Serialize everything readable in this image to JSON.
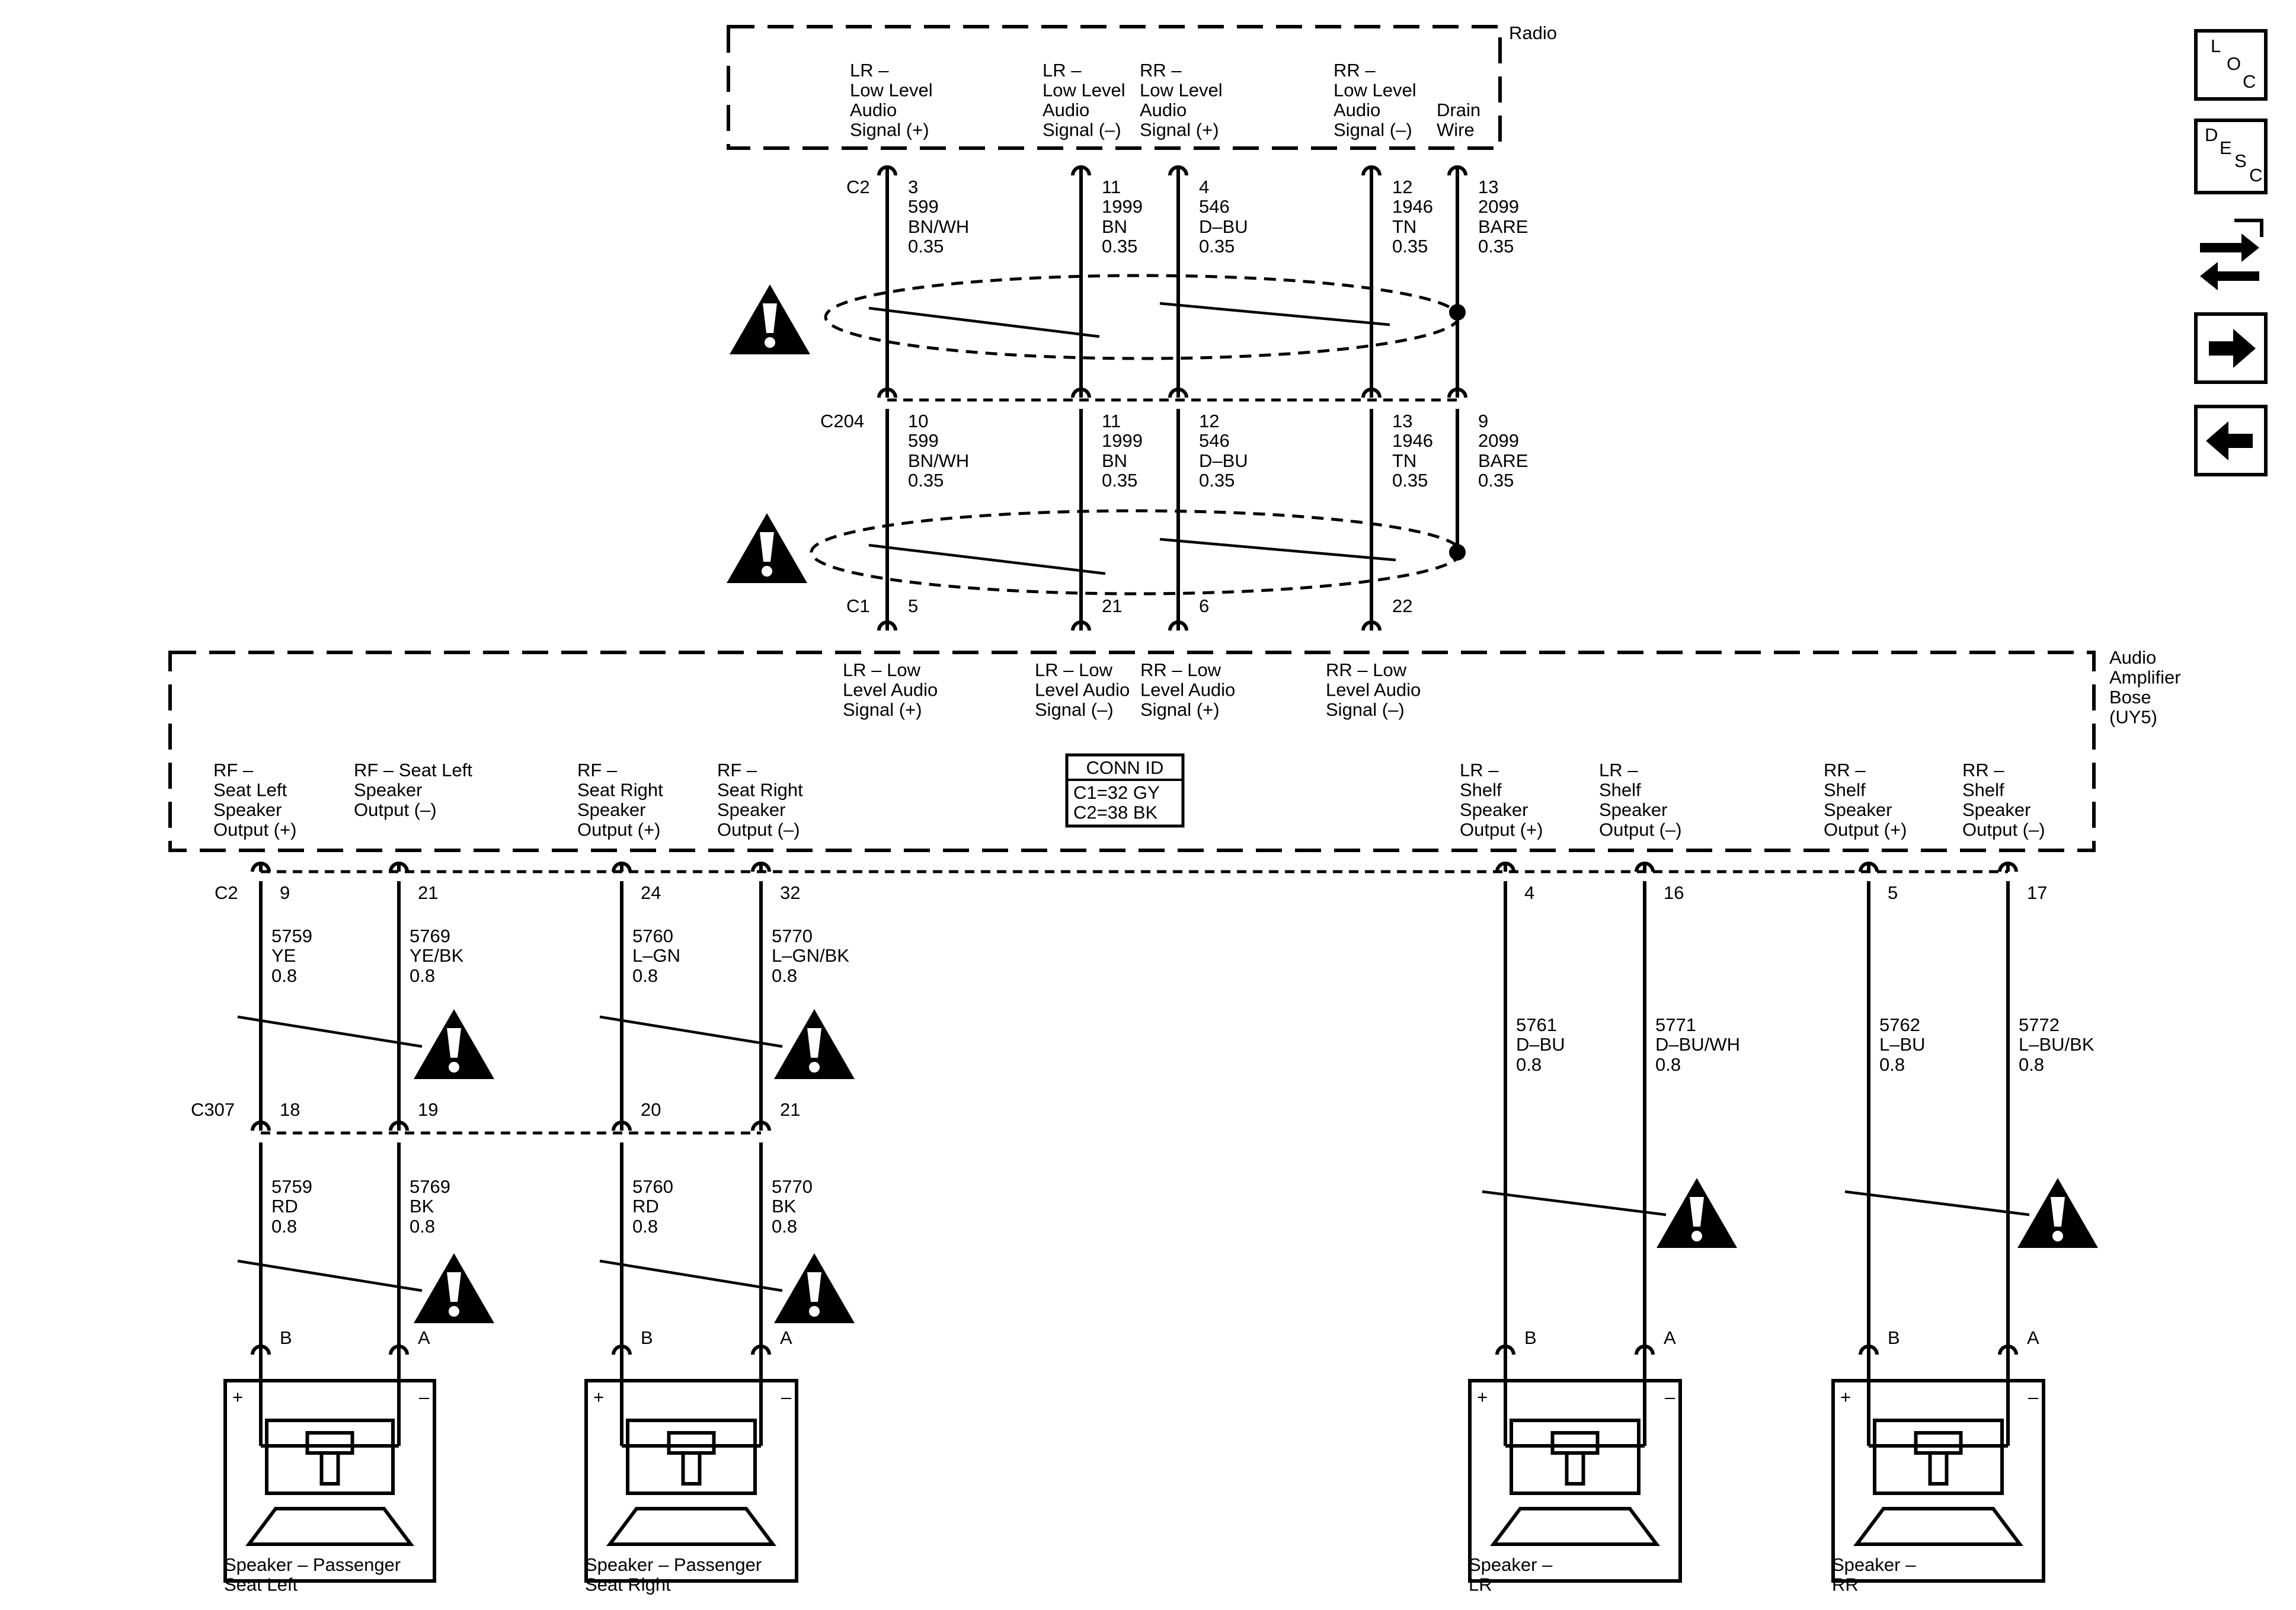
{
  "radio": {
    "title": "Radio",
    "connector": "C2",
    "pins": [
      {
        "label": [
          "LR –",
          "Low Level",
          "Audio",
          "Signal (+)"
        ],
        "pin": "3",
        "circuit": "599",
        "color": "BN/WH",
        "gauge": "0.35"
      },
      {
        "label": [
          "LR –",
          "Low Level",
          "Audio",
          "Signal (–)"
        ],
        "pin": "11",
        "circuit": "1999",
        "color": "BN",
        "gauge": "0.35"
      },
      {
        "label": [
          "RR –",
          "Low Level",
          "Audio",
          "Signal (+)"
        ],
        "pin": "4",
        "circuit": "546",
        "color": "D–BU",
        "gauge": "0.35"
      },
      {
        "label": [
          "RR –",
          "Low Level",
          "Audio",
          "Signal (–)"
        ],
        "pin": "12",
        "circuit": "1946",
        "color": "TN",
        "gauge": "0.35"
      },
      {
        "label": [
          "Drain",
          "Wire"
        ],
        "pin": "13",
        "circuit": "2099",
        "color": "BARE",
        "gauge": "0.35"
      }
    ]
  },
  "c204": {
    "connector": "C204",
    "pins": [
      {
        "pin": "10",
        "circuit": "599",
        "color": "BN/WH",
        "gauge": "0.35"
      },
      {
        "pin": "11",
        "circuit": "1999",
        "color": "BN",
        "gauge": "0.35"
      },
      {
        "pin": "12",
        "circuit": "546",
        "color": "D–BU",
        "gauge": "0.35"
      },
      {
        "pin": "13",
        "circuit": "1946",
        "color": "TN",
        "gauge": "0.35"
      },
      {
        "pin": "9",
        "circuit": "2099",
        "color": "BARE",
        "gauge": "0.35"
      }
    ]
  },
  "amplifier": {
    "title": [
      "Audio",
      "Amplifier",
      "Bose",
      "(UY5)"
    ],
    "c1": {
      "connector": "C1",
      "pins": [
        {
          "pin": "5",
          "label": [
            "LR – Low",
            "Level Audio",
            "Signal (+)"
          ]
        },
        {
          "pin": "21",
          "label": [
            "LR – Low",
            "Level Audio",
            "Signal (–)"
          ]
        },
        {
          "pin": "6",
          "label": [
            "RR – Low",
            "Level Audio",
            "Signal (+)"
          ]
        },
        {
          "pin": "22",
          "label": [
            "RR – Low",
            "Level Audio",
            "Signal (–)"
          ]
        }
      ]
    },
    "conn_id": {
      "title": "CONN ID",
      "lines": [
        "C1=32 GY",
        "C2=38 BK"
      ]
    },
    "c2": {
      "connector": "C2",
      "pins": [
        {
          "pin": "9",
          "label": [
            "RF –",
            "Seat Left",
            "Speaker",
            "Output (+)"
          ],
          "circuit": "5759",
          "color": "YE",
          "gauge": "0.8"
        },
        {
          "pin": "21",
          "label": [
            "RF – Seat Left",
            "Speaker",
            "Output (–)"
          ],
          "circuit": "5769",
          "color": "YE/BK",
          "gauge": "0.8"
        },
        {
          "pin": "24",
          "label": [
            "RF –",
            "Seat Right",
            "Speaker",
            "Output (+)"
          ],
          "circuit": "5760",
          "color": "L–GN",
          "gauge": "0.8"
        },
        {
          "pin": "32",
          "label": [
            "RF –",
            "Seat Right",
            "Speaker",
            "Output (–)"
          ],
          "circuit": "5770",
          "color": "L–GN/BK",
          "gauge": "0.8"
        },
        {
          "pin": "4",
          "label": [
            "LR –",
            "Shelf",
            "Speaker",
            "Output (+)"
          ],
          "circuit": "5761",
          "color": "D–BU",
          "gauge": "0.8"
        },
        {
          "pin": "16",
          "label": [
            "LR –",
            "Shelf",
            "Speaker",
            "Output (–)"
          ],
          "circuit": "5771",
          "color": "D–BU/WH",
          "gauge": "0.8"
        },
        {
          "pin": "5",
          "label": [
            "RR –",
            "Shelf",
            "Speaker",
            "Output (+)"
          ],
          "circuit": "5762",
          "color": "L–BU",
          "gauge": "0.8"
        },
        {
          "pin": "17",
          "label": [
            "RR –",
            "Shelf",
            "Speaker",
            "Output (–)"
          ],
          "circuit": "5772",
          "color": "L–BU/BK",
          "gauge": "0.8"
        }
      ]
    }
  },
  "c307": {
    "connector": "C307",
    "pins": [
      {
        "pin": "18",
        "circuit": "5759",
        "color": "RD",
        "gauge": "0.8"
      },
      {
        "pin": "19",
        "circuit": "5769",
        "color": "BK",
        "gauge": "0.8"
      },
      {
        "pin": "20",
        "circuit": "5760",
        "color": "RD",
        "gauge": "0.8"
      },
      {
        "pin": "21",
        "circuit": "5770",
        "color": "BK",
        "gauge": "0.8"
      }
    ]
  },
  "speakers": [
    {
      "name": [
        "Speaker – Passenger",
        "Seat Left"
      ],
      "pin_pos": "B",
      "pin_neg": "A",
      "plus": "+",
      "minus": "–"
    },
    {
      "name": [
        "Speaker – Passenger",
        "Seat Right"
      ],
      "pin_pos": "B",
      "pin_neg": "A",
      "plus": "+",
      "minus": "–"
    },
    {
      "name": [
        "Speaker –",
        "LR"
      ],
      "pin_pos": "B",
      "pin_neg": "A",
      "plus": "+",
      "minus": "–"
    },
    {
      "name": [
        "Speaker –",
        "RR"
      ],
      "pin_pos": "B",
      "pin_neg": "A",
      "plus": "+",
      "minus": "–"
    }
  ],
  "nav": {
    "loc": [
      "L",
      "O",
      "C"
    ],
    "desc": [
      "D",
      "E",
      "S",
      "C"
    ],
    "icons": [
      "swap-arrows-icon",
      "arrow-right-icon",
      "arrow-left-icon"
    ]
  }
}
